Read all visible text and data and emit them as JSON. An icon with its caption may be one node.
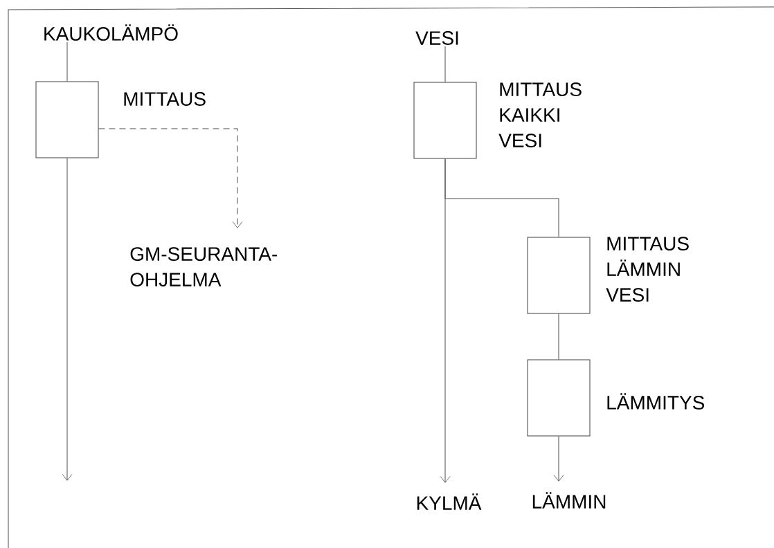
{
  "diagram": {
    "nodes": [
      {
        "text": [
          "KAUKOLÄMPÖ"
        ]
      },
      {
        "text": [
          "MITTAUS"
        ]
      },
      {
        "text": [
          "GM-SEURANTA-OHJELMA"
        ]
      },
      {
        "text": [
          "VESI"
        ]
      },
      {
        "text": [
          "MITTAUS KAIKKI VESI"
        ]
      },
      {
        "text": [
          "KYLMÄ"
        ]
      },
      {
        "text": [
          "MITTAUS LÄMMIN VESI"
        ]
      },
      {
        "text": [
          "LÄMMITYS"
        ]
      },
      {
        "text": [
          "LÄMMIN"
        ]
      }
    ],
    "edges": [
      {
        "from": 0,
        "to": 1,
        "arrow": "none"
      },
      {
        "from": 1,
        "to": 2,
        "arrow": "to",
        "style": "dashed"
      },
      {
        "from": 1,
        "to": null,
        "arrow": "to"
      },
      {
        "from": 3,
        "to": 4,
        "arrow": "none"
      },
      {
        "from": 4,
        "to": 5,
        "arrow": "to"
      },
      {
        "from": 4,
        "to": 6,
        "arrow": "none"
      },
      {
        "from": 6,
        "to": 7,
        "arrow": "none"
      },
      {
        "from": 7,
        "to": 8,
        "arrow": "to"
      }
    ]
  }
}
